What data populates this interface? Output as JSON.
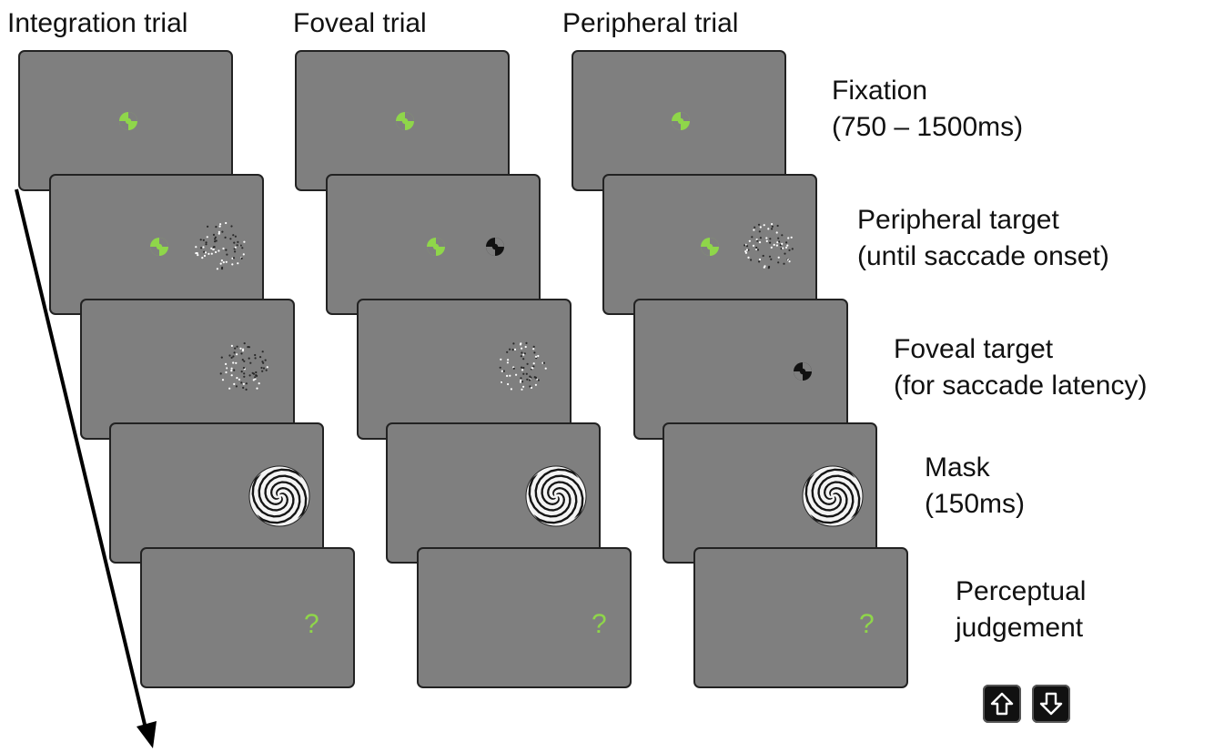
{
  "columns": [
    {
      "title": "Integration trial"
    },
    {
      "title": "Foveal trial"
    },
    {
      "title": "Peripheral trial"
    }
  ],
  "phases": [
    {
      "line1": "Fixation",
      "line2": "(750 – 1500ms)"
    },
    {
      "line1": "Peripheral target",
      "line2": "(until saccade onset)"
    },
    {
      "line1": "Foveal target",
      "line2": "(for saccade latency)"
    },
    {
      "line1": "Mask",
      "line2": "(150ms)"
    },
    {
      "line1": "Perceptual",
      "line2": "judgement"
    }
  ],
  "response_prompt": "?",
  "response_keys": [
    {
      "icon": "arrow-up-key-icon"
    },
    {
      "icon": "arrow-down-key-icon"
    }
  ],
  "colors": {
    "screen": "#7f7f7f",
    "fixation_green": "#8fd64a",
    "question_mark": "#8fd64a",
    "text": "#111111"
  }
}
